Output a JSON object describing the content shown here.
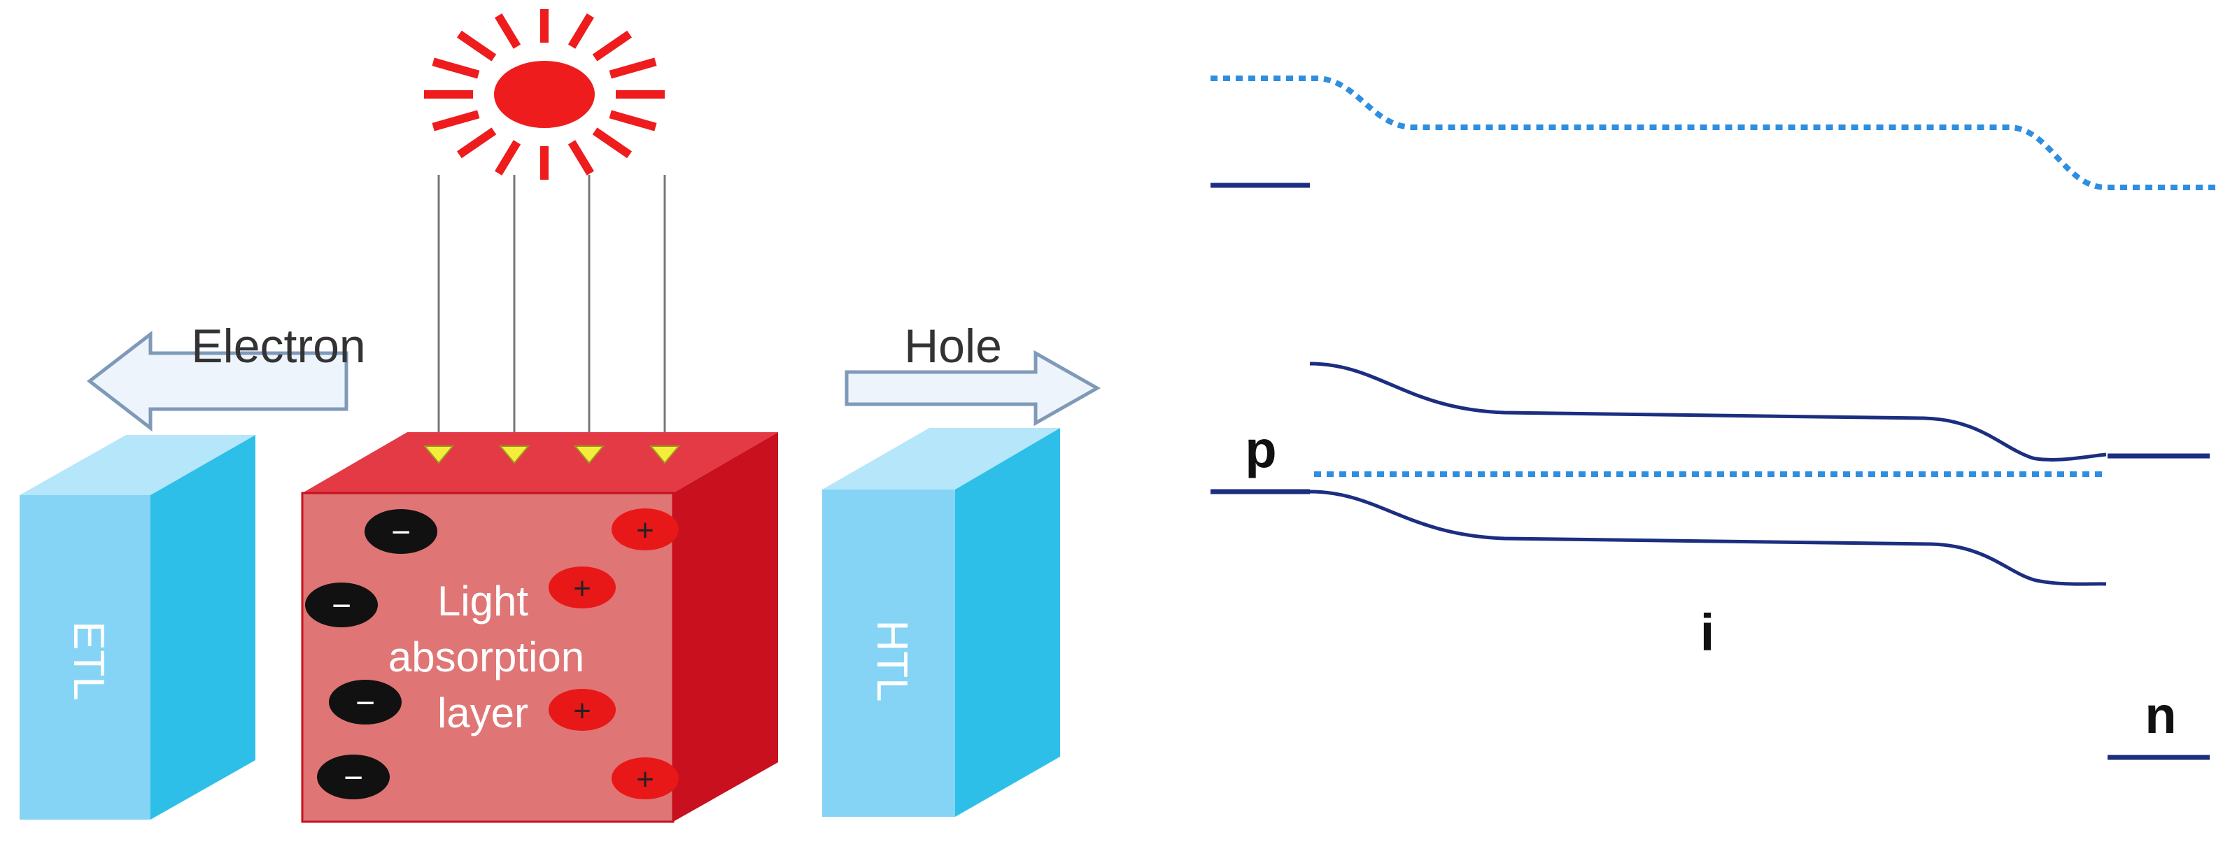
{
  "labels": {
    "electron": "Electron",
    "hole": "Hole",
    "etl": "ETL",
    "htl": "HTL",
    "absorber_line1": "Light",
    "absorber_line2": "absorption",
    "absorber_line3": "layer",
    "region_p": "p",
    "region_i": "i",
    "region_n": "n"
  },
  "charge_symbols": {
    "negative": "−",
    "positive": "+"
  },
  "colors": {
    "sun": "#ee1c1c",
    "transport_layer_front": "#86d4f5",
    "transport_layer_side": "#2ebfe8",
    "transport_layer_top": "#b6e6fa",
    "absorber_front": "#e07575",
    "absorber_side": "#c8101e",
    "absorber_top": "#e33a45",
    "arrow_fill": "#eef4fb",
    "arrow_stroke": "#7f9ab8",
    "light_ray": "#777777",
    "ray_tip": "#f4ee3a",
    "electron": "#111111",
    "hole": "#e81818",
    "band_solid": "#1c2e80",
    "band_dotted": "#2e8ee0"
  },
  "icons": {
    "sun": "sun-icon",
    "electron_arrow": "left-arrow-icon",
    "hole_arrow": "right-arrow-icon"
  }
}
